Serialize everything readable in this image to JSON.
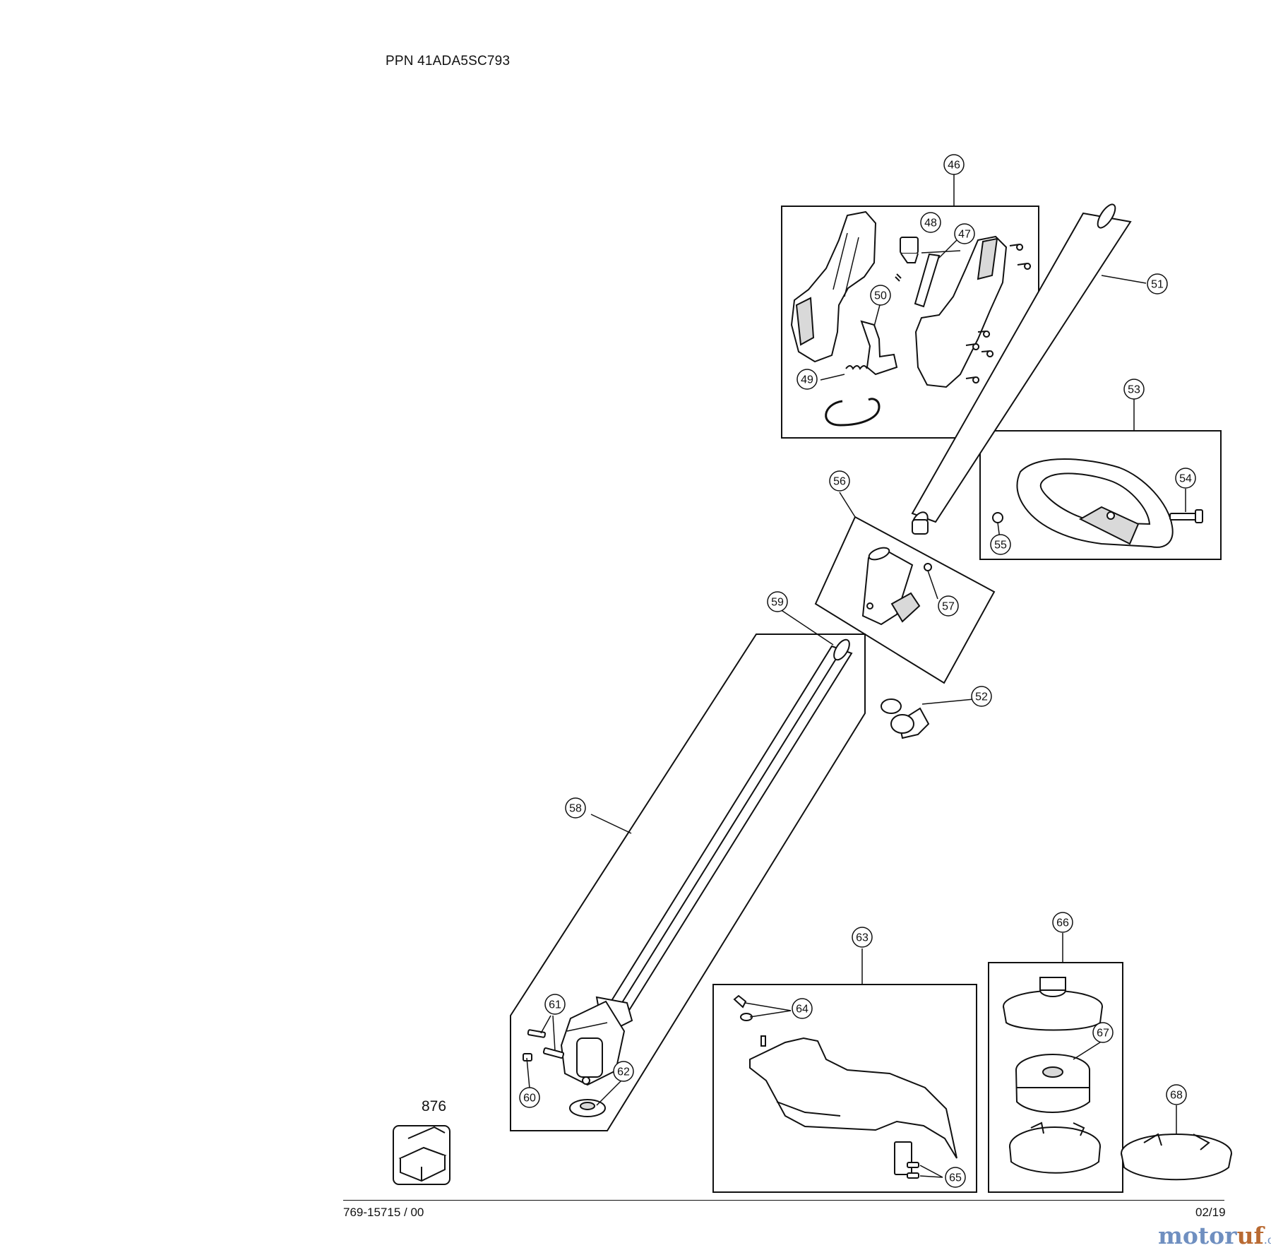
{
  "header": {
    "ppn": "PPN 41ADA5SC793"
  },
  "footer": {
    "doc_number": "769-15715 / 00",
    "date": "02/19"
  },
  "kit": {
    "label": "876"
  },
  "watermark": {
    "main": "motor",
    "accent": "uf",
    "tld": ".de"
  },
  "callouts": {
    "c46": "46",
    "c47": "47",
    "c48": "48",
    "c49": "49",
    "c50": "50",
    "c51": "51",
    "c52": "52",
    "c53": "53",
    "c54": "54",
    "c55": "55",
    "c56": "56",
    "c57": "57",
    "c58": "58",
    "c59": "59",
    "c60": "60",
    "c61": "61",
    "c62": "62",
    "c63": "63",
    "c64": "64",
    "c65": "65",
    "c66": "66",
    "c67": "67",
    "c68": "68"
  },
  "colors": {
    "line": "#111111",
    "part_fill": "#ffffff",
    "part_shade": "#d9d9d9",
    "watermark_blue": "#6f8fc0",
    "watermark_orange": "#b96a32"
  }
}
